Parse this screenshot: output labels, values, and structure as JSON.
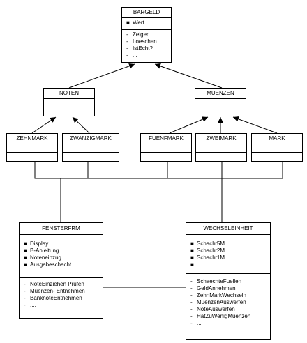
{
  "classes": {
    "bargeld": {
      "name": "BARGELD",
      "attributes": [
        {
          "bullet": "■",
          "text": "Wert"
        }
      ],
      "methods": [
        {
          "bullet": "-",
          "text": "Zeigen"
        },
        {
          "bullet": "-",
          "text": "Loeschen"
        },
        {
          "bullet": "-",
          "text": "IstEcht?"
        },
        {
          "bullet": "-",
          "text": "..."
        }
      ]
    },
    "noten": {
      "name": "NOTEN"
    },
    "muenzen": {
      "name": "MUENZEN"
    },
    "zehnmark": {
      "name": "ZEHNMARK"
    },
    "zwanzigmark": {
      "name": "ZWANZIGMARK"
    },
    "fuenfmark": {
      "name": "FUENFMARK"
    },
    "zweimark": {
      "name": "ZWEIMARK"
    },
    "mark": {
      "name": "MARK"
    },
    "fensterfrm": {
      "name": "FENSTERFRM",
      "attributes": [
        {
          "bullet": "■",
          "text": "Display"
        },
        {
          "bullet": "■",
          "text": "B-Anleitung"
        },
        {
          "bullet": "■",
          "text": "Noteneinzug"
        },
        {
          "bullet": "■",
          "text": "Ausgabeschacht"
        }
      ],
      "methods": [
        {
          "bullet": "-",
          "text": "NoteEinziehen Prüfen"
        },
        {
          "bullet": "-",
          "text": "Muenzen- Entnehmen"
        },
        {
          "bullet": "-",
          "text": "BanknoteEntnehmen"
        },
        {
          "bullet": "-",
          "text": "...."
        }
      ]
    },
    "wechseleinheit": {
      "name": "WECHSELEINHEIT",
      "attributes": [
        {
          "bullet": "■",
          "text": "Schacht5M"
        },
        {
          "bullet": "■",
          "text": "Schacht2M"
        },
        {
          "bullet": "■",
          "text": "Schacht1M"
        },
        {
          "bullet": "■",
          "text": "..."
        }
      ],
      "methods": [
        {
          "bullet": "-",
          "text": "SchaechteFuellen"
        },
        {
          "bullet": "-",
          "text": "GeldAnnehmen"
        },
        {
          "bullet": "-",
          "text": "ZehnMarkWechseln"
        },
        {
          "bullet": "-",
          "text": "MuenzenAuswerfen"
        },
        {
          "bullet": "-",
          "text": "NoteAuswerfen"
        },
        {
          "bullet": "-",
          "text": "HatZuWenigMuenzen"
        },
        {
          "bullet": "-",
          "text": "..."
        }
      ]
    }
  }
}
